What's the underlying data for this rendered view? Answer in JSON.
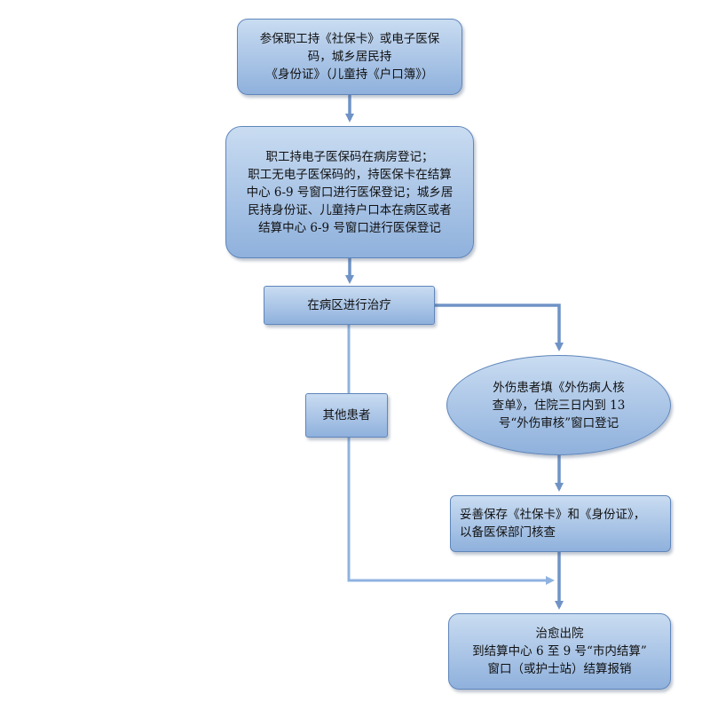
{
  "nodes": {
    "start": [
      "参保职工持《社保卡》或电子医保",
      "码，城乡居民持",
      "《身份证》（儿童持《户口簿》）"
    ],
    "register": [
      "职工持电子医保码在病房登记；",
      "职工无电子医保码的，持医保卡在结算",
      "中心 6-9 号窗口进行医保登记；城乡居",
      "民持身份证、儿童持户口本在病区或者",
      "结算中心 6-9 号窗口进行医保登记"
    ],
    "treat": "在病区进行治疗",
    "other": "其他患者",
    "injury": [
      "外伤患者填《外伤病人核",
      "查单》，住院三日内到 13",
      "号“外伤审核”窗口登记"
    ],
    "keep": [
      "妥善保存《社保卡》和《身份证》，",
      "以备医保部门核查"
    ],
    "discharge": [
      "治愈出院",
      "到结算中心 6 至 9 号“市内结算”",
      "窗口（或护士站）结算报销"
    ]
  },
  "colors": {
    "fill_top": "#c9dcf1",
    "fill_bottom": "#8fb1dc",
    "border": "#5f86bb",
    "arrow": "#6f93c6",
    "arrow_light": "#8fb3e0"
  }
}
